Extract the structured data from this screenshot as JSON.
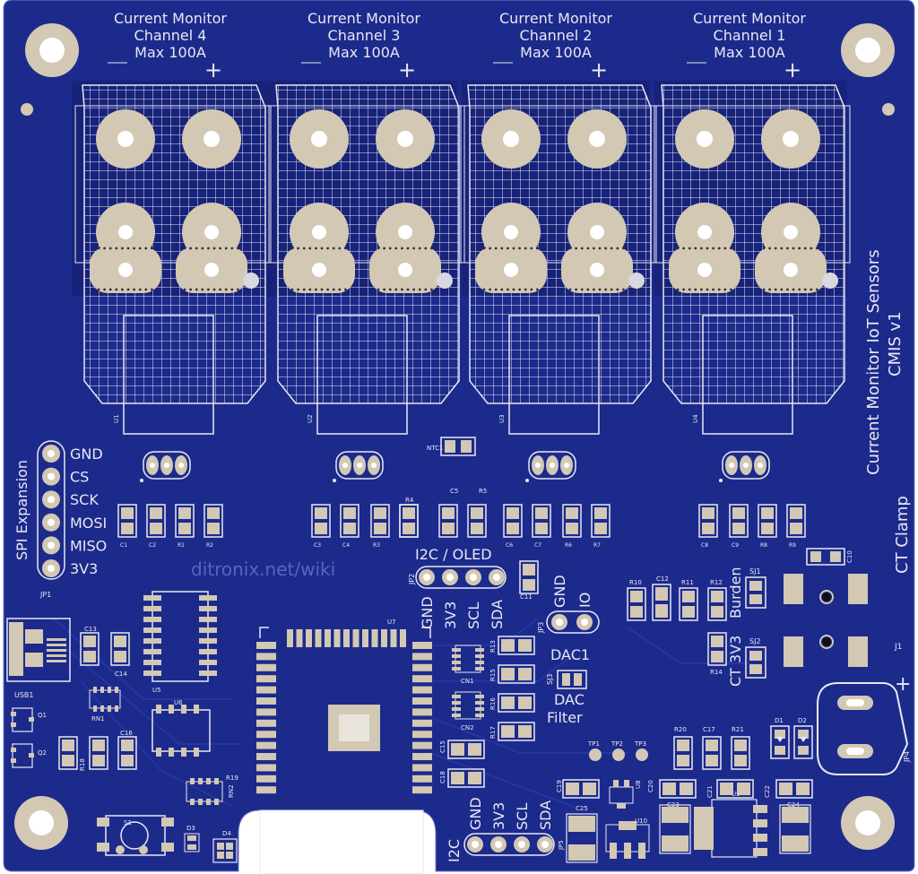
{
  "colors": {
    "board": "#1c2a8c",
    "board_dark": "#17227a",
    "trace": "#2233a0",
    "silk": "#e8e8f0",
    "pad": "#d2c8b4",
    "pad_stroke": "#b8ae98",
    "drill": "#ffffff",
    "ic_body": "#141c5a"
  },
  "channels": [
    {
      "line1": "Current Monitor",
      "line2": "Channel 4",
      "line3": "Max 100A",
      "plus": "+",
      "ref": "U1"
    },
    {
      "line1": "Current Monitor",
      "line2": "Channel 3",
      "line3": "Max 100A",
      "plus": "+",
      "ref": "U2"
    },
    {
      "line1": "Current Monitor",
      "line2": "Channel 2",
      "line3": "Max 100A",
      "plus": "+",
      "ref": "U3"
    },
    {
      "line1": "Current Monitor",
      "line2": "Channel 1",
      "line3": "Max 100A",
      "plus": "+",
      "ref": "U4"
    }
  ],
  "title": {
    "line1": "Current Monitor IoT Sensors",
    "line2": "CMIS v1"
  },
  "ct_clamp": "CT Clamp",
  "spi": {
    "title": "SPI Expansion",
    "ref": "JP1",
    "pins": [
      "GND",
      "CS",
      "SCK",
      "MOSI",
      "MISO",
      "3V3"
    ]
  },
  "website": "ditronix.net/wiki",
  "i2c_oled": {
    "title": "I2C / OLED",
    "ref": "JP2",
    "pins": [
      "GND",
      "3V3",
      "SCL",
      "SDA"
    ]
  },
  "dac": {
    "pins": [
      "GND",
      "IO"
    ],
    "ref": "JP3",
    "label": "DAC1",
    "sj_ref": "SJ3",
    "filter1": "DAC",
    "filter2": "Filter"
  },
  "burden": {
    "label": "Burden",
    "ref": "SJ1"
  },
  "ct3v3": {
    "label": "CT 3V3",
    "ref": "SJ2"
  },
  "i2c_bottom": {
    "title": "I2C",
    "ref": "JP5",
    "pins": [
      "GND",
      "3V3",
      "SCL",
      "SDA"
    ]
  },
  "refs": {
    "ntc": "NTC1",
    "u5": "U5",
    "u6": "U6",
    "u7": "U7",
    "u8": "U8",
    "u9": "U9",
    "u10": "U10",
    "usb": "USB1",
    "j1": "J1",
    "jp4": "JP4",
    "q1": "Q1",
    "q2": "Q2",
    "rn1": "RN1",
    "rn2": "RN2",
    "cn1": "CN1",
    "cn2": "CN2",
    "d1": "D1",
    "d2": "D2",
    "d3": "D3",
    "d4": "D4",
    "s1": "S1",
    "tp1": "TP1",
    "tp2": "TP2",
    "tp3": "TP3",
    "r18": "R18",
    "r19": "R19",
    "r20": "R20",
    "r21": "R21",
    "c13": "C13",
    "c14": "C14",
    "c15": "C15",
    "c16": "C16",
    "c17": "C17",
    "c18": "C18",
    "c19": "C19",
    "c20": "C20",
    "c21": "C21",
    "c22": "C22",
    "c23": "C23",
    "c24": "C24",
    "c25": "C25",
    "r10": "R10",
    "c12": "C12",
    "r11": "R11",
    "r12": "R12",
    "r14": "R14",
    "c10": "C10",
    "c11": "C11",
    "r13": "R13",
    "r15": "R15",
    "r16": "R16",
    "r17": "R17",
    "c5": "C5",
    "r5": "R5",
    "r4": "R4"
  },
  "passive_rows": [
    [
      "C1",
      "C2",
      "R1",
      "R2"
    ],
    [
      "C3",
      "C4",
      "R3",
      ""
    ],
    [
      "",
      "",
      "C6",
      "C7",
      "R6",
      "R7"
    ],
    [
      "C8",
      "C9",
      "R8",
      "R9"
    ]
  ]
}
